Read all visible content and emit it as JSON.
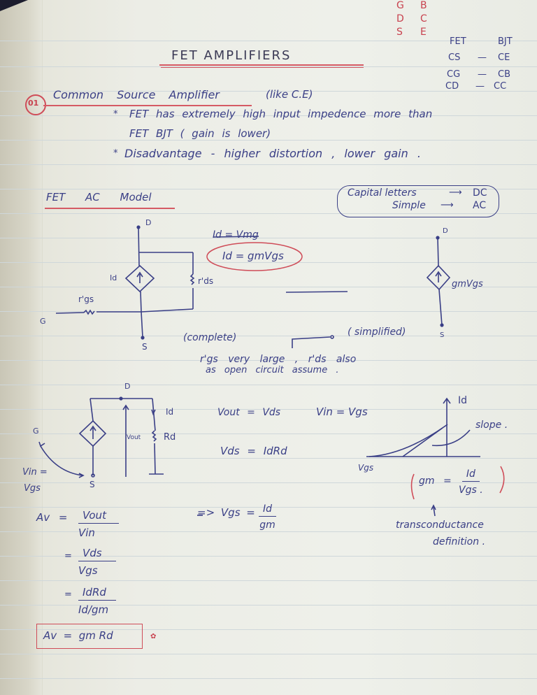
{
  "page": {
    "title": "FET AMPLIFIERS",
    "colors": {
      "ink": "#3a3f86",
      "red_ink": "#c8424f",
      "paper": "#eef0ea"
    }
  },
  "mapping_corner": {
    "fet_terminals": [
      "G",
      "D",
      "S"
    ],
    "bjt_terminals": [
      "B",
      "C",
      "E"
    ]
  },
  "config_table": {
    "headers": [
      "FET",
      "BJT"
    ],
    "rows": [
      {
        "fet": "CS",
        "bjt": "CE"
      },
      {
        "fet": "CG",
        "bjt": "CB"
      },
      {
        "fet": "CD",
        "bjt": "CC"
      }
    ]
  },
  "section1": {
    "number": "01",
    "heading": "Common Source Amplifier",
    "heading_note": "(like C.E)",
    "bullets": [
      {
        "marker": "*",
        "text": "FET has extremely high input impedence more than"
      },
      {
        "marker": "",
        "text": "FET BJT  ( gain is lower)"
      },
      {
        "marker": "*",
        "text": "Disadvantage - higher distortion , lower gain ."
      }
    ]
  },
  "section2": {
    "heading": "FET AC Model",
    "legend_box": {
      "line1_left": "Capital letters",
      "line1_right": "DC",
      "line2_left": "Simple",
      "line2_right": "AC"
    },
    "complete_circuit": {
      "labels": {
        "drain": "D",
        "source": "S",
        "gate": "G",
        "current": "Id",
        "rds": "r'ds",
        "rgs": "r'gs"
      },
      "caption": "(complete)"
    },
    "equations": {
      "struck": "Id = Vmg",
      "circled": "Id = gmVgs"
    },
    "simplified_circuit": {
      "labels": {
        "drain": "D",
        "source": "S",
        "source_label": "gmVgs"
      },
      "caption": "( simplified)"
    },
    "note_line1": "r'gs very large , r'ds also",
    "note_line2": "as open circuit assume ."
  },
  "section3": {
    "circuit_labels": {
      "drain": "D",
      "gate": "G",
      "source": "S",
      "current": "Id",
      "vout": "Vout",
      "rd": "Rd",
      "vin_eq_1": "Vin =",
      "vin_eq_2": "Vgs"
    },
    "eq1_left": "Vout = Vds",
    "eq1_right": "Vin = Vgs",
    "eq2": "Vds = IdRd",
    "eq3_prefix": "=> Vgs =",
    "eq3_num": "Id",
    "eq3_den": "gm",
    "graph": {
      "y_label": "Id",
      "x_label": "Vgs",
      "annotation": "slope ."
    },
    "gm_def": {
      "lhs": "gm =",
      "num": "Id",
      "den": "Vgs ."
    },
    "gm_note_line1": "transconductance",
    "gm_note_line2": "definition .",
    "derivation": {
      "lhs": "Av =",
      "steps": [
        {
          "prefix": "=",
          "num": "Vout",
          "den": "Vin"
        },
        {
          "prefix": "=",
          "num": "Vds",
          "den": "Vgs"
        },
        {
          "prefix": "=",
          "num": "IdRd",
          "den": "Id/gm"
        }
      ],
      "result": "Av  =  gm Rd"
    }
  }
}
